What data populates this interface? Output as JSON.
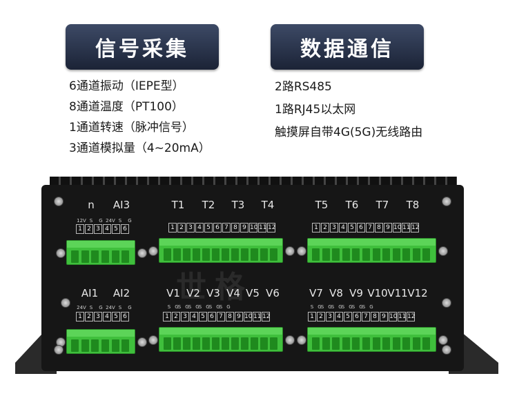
{
  "sections": {
    "signal": {
      "title": "信号采集",
      "items": [
        "6通道振动（IEPE型）",
        "8通道温度（PT100）",
        "1通道转速（脉冲信号）",
        "3通道模拟量（4~20mA）"
      ]
    },
    "comm": {
      "title": "数据通信",
      "items": [
        "2路RS485",
        "1路RJ45以太网",
        "触摸屏自带4G(5G)无线路由"
      ]
    }
  },
  "device": {
    "top_left_labels": [
      "n",
      "AI3"
    ],
    "top_left_sub": [
      "12V",
      "S",
      "G",
      "24V",
      "S",
      "G"
    ],
    "top_mid_labels": [
      "T1",
      "T2",
      "T3",
      "T4"
    ],
    "top_right_labels": [
      "T5",
      "T6",
      "T7",
      "T8"
    ],
    "bottom_left_labels": [
      "AI1",
      "AI2"
    ],
    "bottom_left_sub": [
      "24V",
      "S",
      "G",
      "24V",
      "S",
      "G"
    ],
    "bottom_mid_labels": [
      "V1",
      "V2",
      "V3",
      "V4",
      "V5",
      "V6"
    ],
    "bottom_right_labels": [
      "V7",
      "V8",
      "V9",
      "V10",
      "V11",
      "V12"
    ],
    "sg_pattern": [
      "S",
      "G"
    ],
    "pins_6": [
      "1",
      "2",
      "3",
      "4",
      "5",
      "6"
    ],
    "pins_12": [
      "1",
      "2",
      "3",
      "4",
      "5",
      "6",
      "7",
      "8",
      "9",
      "10",
      "11",
      "12"
    ],
    "watermark": "世格"
  }
}
